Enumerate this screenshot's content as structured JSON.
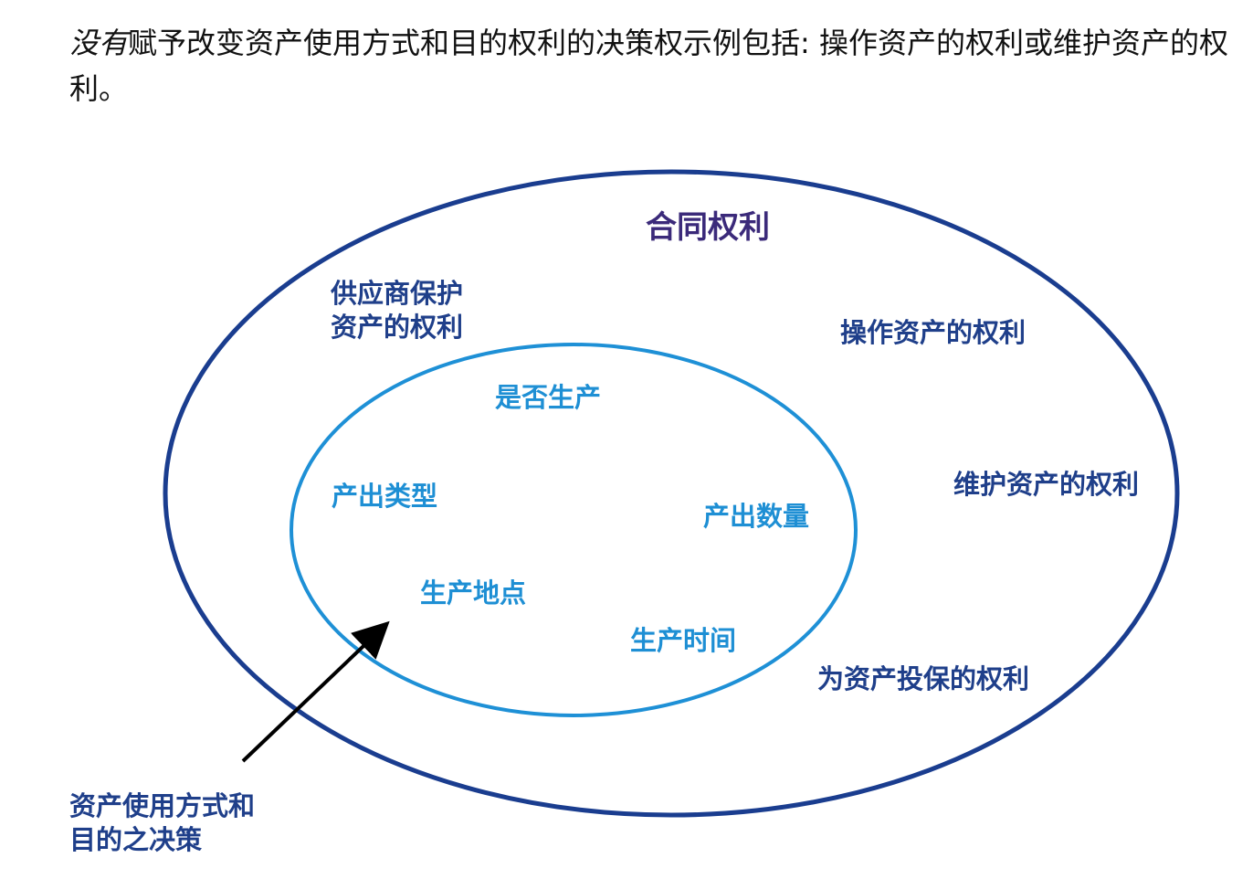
{
  "intro": {
    "italic": "没有",
    "rest": "赋予改变资产使用方式和目的权利的决策权示例包括: 操作资产的权利或维护资产的权利。"
  },
  "diagram": {
    "outer_title": "合同权利",
    "outer_items": {
      "supplier_protect": [
        "供应商保护",
        "资产的权利"
      ],
      "operate": "操作资产的权利",
      "maintain": "维护资产的权利",
      "insure": "为资产投保的权利"
    },
    "inner_items": {
      "whether_produce": "是否生产",
      "output_type": "产出类型",
      "output_quantity": "产出数量",
      "production_location": "生产地点",
      "production_time": "生产时间"
    },
    "callout": [
      "资产使用方式和",
      "目的之决策"
    ],
    "colors": {
      "outer_ring": "#1a3d8f",
      "inner_ring": "#1e90d6",
      "outer_text": "#1f3f8a",
      "inner_text": "#1e8fd4",
      "title_text": "#3b2a7a",
      "arrow": "#000000"
    }
  }
}
